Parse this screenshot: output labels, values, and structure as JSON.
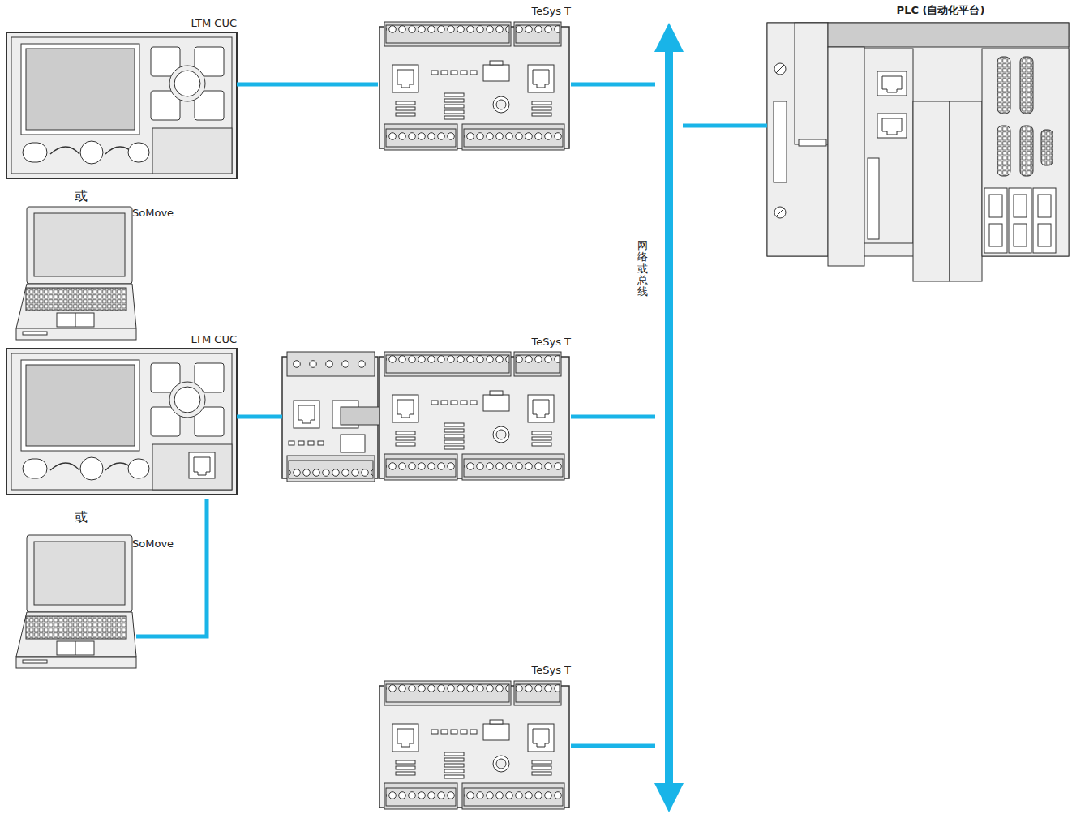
{
  "diagram": {
    "nodes": [
      {
        "text": [
          "LTM CUC"
        ]
      },
      {
        "text": [
          "TeSys T"
        ]
      },
      {
        "text": [
          "PLC (自动化平台)"
        ]
      },
      {
        "text": [
          "网络或总线"
        ]
      },
      {
        "text": [
          "SoMove"
        ]
      },
      {
        "text": [
          "LTM CUC"
        ]
      },
      {
        "text": [
          "TeSys T"
        ]
      },
      {
        "text": [
          "SoMove"
        ]
      },
      {
        "text": [
          "TeSys T"
        ]
      }
    ],
    "edges": [
      {
        "from": 0,
        "to": 1,
        "arrow": "none"
      },
      {
        "from": 1,
        "to": 3,
        "arrow": "none"
      },
      {
        "from": 2,
        "to": 3,
        "arrow": "none"
      },
      {
        "from": 5,
        "to": 6,
        "arrow": "none"
      },
      {
        "from": 7,
        "to": 5,
        "arrow": "none"
      },
      {
        "from": 6,
        "to": 3,
        "arrow": "none"
      },
      {
        "from": 8,
        "to": 3,
        "arrow": "none"
      }
    ],
    "labels": [
      "或",
      "或"
    ]
  }
}
